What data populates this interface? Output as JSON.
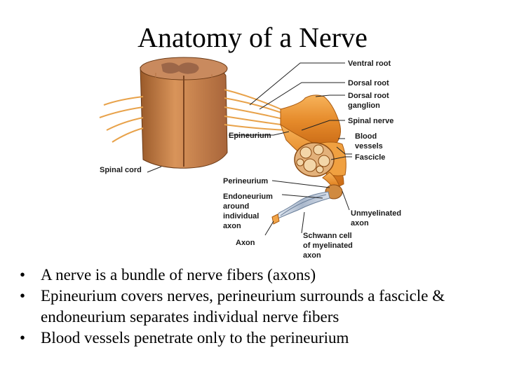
{
  "slide": {
    "title": "Anatomy of a Nerve"
  },
  "diagram": {
    "labels": {
      "ventral_root": "Ventral root",
      "dorsal_root": "Dorsal root",
      "dorsal_root_ganglion_1": "Dorsal root",
      "dorsal_root_ganglion_2": "ganglion",
      "spinal_nerve": "Spinal nerve",
      "epineurium": "Epineurium",
      "blood_vessels_1": "Blood",
      "blood_vessels_2": "vessels",
      "fascicle": "Fascicle",
      "spinal_cord": "Spinal cord",
      "perineurium": "Perineurium",
      "endoneurium_1": "Endoneurium",
      "endoneurium_2": "around",
      "endoneurium_3": "individual",
      "endoneurium_4": "axon",
      "unmyelinated_1": "Unmyelinated",
      "unmyelinated_2": "axon",
      "schwann_1": "Schwann cell",
      "schwann_2": "of myelinated",
      "schwann_3": "axon",
      "axon": "Axon"
    }
  },
  "bullets": [
    {
      "marker": "•",
      "text": "A nerve is a bundle of nerve fibers (axons)"
    },
    {
      "marker": "•",
      "text": "Epineurium covers nerves, perineurium surrounds a fascicle & endoneurium separates individual nerve fibers"
    },
    {
      "marker": "•",
      "text": "Blood vessels penetrate only to the perineurium"
    }
  ]
}
